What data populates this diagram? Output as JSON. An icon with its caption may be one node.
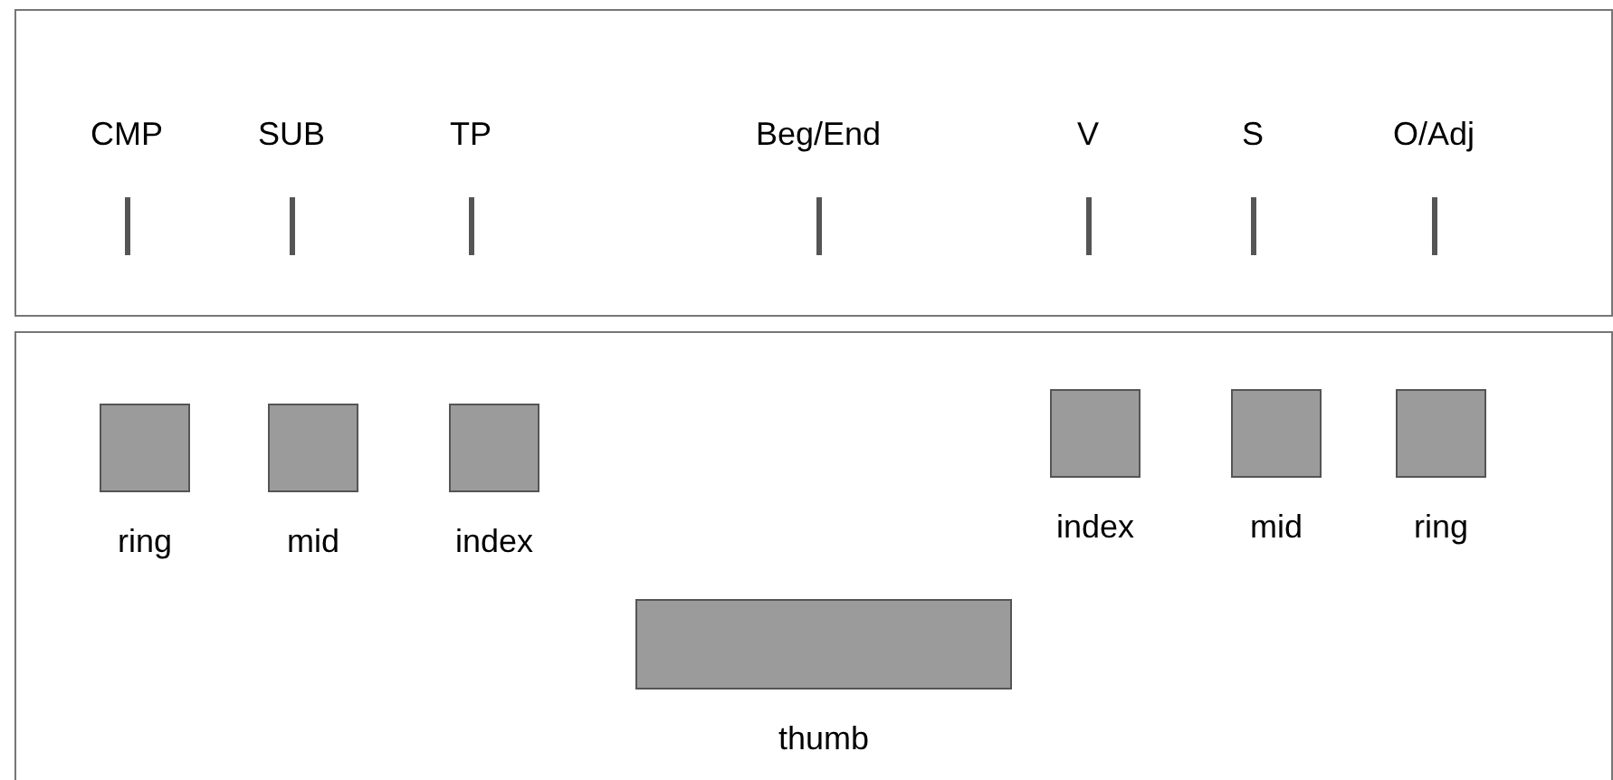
{
  "diagram": {
    "nodes": [
      {
        "text": [],
        "shape": "box"
      },
      {
        "text": [
          "CMP"
        ],
        "in": 0
      },
      {
        "text": [
          "SUB"
        ],
        "in": 0
      },
      {
        "text": [
          "TP"
        ],
        "in": 0
      },
      {
        "text": [
          "Beg/End"
        ],
        "in": 0
      },
      {
        "text": [
          "V"
        ],
        "in": 0
      },
      {
        "text": [
          "S"
        ],
        "in": 0
      },
      {
        "text": [
          "O/Adj"
        ],
        "in": 0
      },
      {
        "text": [],
        "shape": "box"
      },
      {
        "text": [],
        "shape": "box",
        "in": 8,
        "beside": [
          "ring"
        ]
      },
      {
        "text": [],
        "shape": "box",
        "in": 8,
        "beside": [
          "mid"
        ]
      },
      {
        "text": [],
        "shape": "box",
        "in": 8,
        "beside": [
          "index"
        ]
      },
      {
        "text": [],
        "shape": "box",
        "in": 8,
        "beside": [
          "index"
        ]
      },
      {
        "text": [],
        "shape": "box",
        "in": 8,
        "beside": [
          "mid"
        ]
      },
      {
        "text": [],
        "shape": "box",
        "in": 8,
        "beside": [
          "ring"
        ]
      },
      {
        "text": [],
        "shape": "box",
        "in": 8,
        "beside": [
          "thumb"
        ]
      }
    ]
  }
}
